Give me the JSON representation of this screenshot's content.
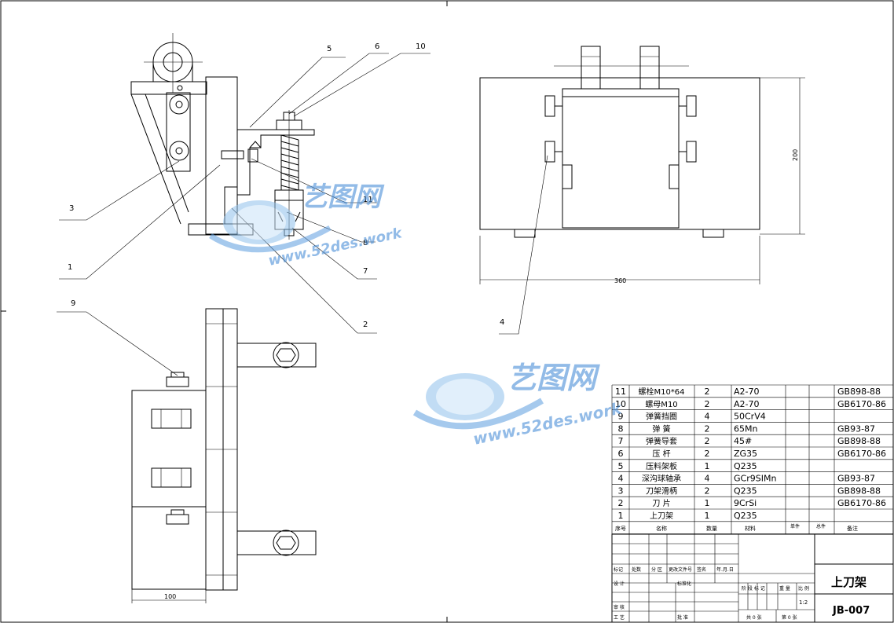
{
  "callouts": {
    "c1": "1",
    "c2": "2",
    "c3": "3",
    "c4": "4",
    "c5": "5",
    "c6": "6",
    "c7": "7",
    "c8": "8",
    "c9": "9",
    "c10": "10",
    "c11": "11"
  },
  "dimensions": {
    "width_right": "360",
    "height_right": "200",
    "width_bottom": "100"
  },
  "watermark": {
    "cn": "艺图网",
    "url": "www.52des.work"
  },
  "parts": [
    {
      "no": "11",
      "name": "螺栓M10*64",
      "qty": "2",
      "material": "A2-70",
      "note": "GB898-88"
    },
    {
      "no": "10",
      "name": "螺母M10",
      "qty": "2",
      "material": "A2-70",
      "note": "GB6170-86"
    },
    {
      "no": "9",
      "name": "弹簧挡圈",
      "qty": "4",
      "material": "50CrV4",
      "note": ""
    },
    {
      "no": "8",
      "name": "弹 簧",
      "qty": "2",
      "material": "65Mn",
      "note": "GB93-87"
    },
    {
      "no": "7",
      "name": "弹簧导套",
      "qty": "2",
      "material": "45#",
      "note": "GB898-88"
    },
    {
      "no": "6",
      "name": "压 杆",
      "qty": "2",
      "material": "ZG35",
      "note": "GB6170-86"
    },
    {
      "no": "5",
      "name": "压料架板",
      "qty": "1",
      "material": "Q235",
      "note": ""
    },
    {
      "no": "4",
      "name": "深沟球轴承",
      "qty": "4",
      "material": "GCr9SIMn",
      "note": "GB93-87"
    },
    {
      "no": "3",
      "name": "刀架滑柄",
      "qty": "2",
      "material": "Q235",
      "note": "GB898-88"
    },
    {
      "no": "2",
      "name": "刀 片",
      "qty": "1",
      "material": "9CrSi",
      "note": "GB6170-86"
    },
    {
      "no": "1",
      "name": "上刀架",
      "qty": "1",
      "material": "Q235",
      "note": ""
    }
  ],
  "header": {
    "no": "序号",
    "name": "名称",
    "qty": "数量",
    "material": "材料",
    "single": "单件",
    "total": "总件",
    "note": "备注"
  },
  "titleblock": {
    "title": "上刀架",
    "code": "JB-007",
    "scale": "1:2",
    "labels": {
      "mark": "标记",
      "count": "处数",
      "zone": "分 区",
      "change_doc": "更改文件号",
      "sign": "签名",
      "date": "年.月.日",
      "design": "设 计",
      "std": "标准化",
      "stage": "阶 段 标 记",
      "weight": "重 量",
      "ratio": "比 例",
      "review": "审 核",
      "process": "工 艺",
      "approve": "批 准",
      "total_sheets": "共 0 张",
      "sheet_no": "第 0 张"
    }
  }
}
